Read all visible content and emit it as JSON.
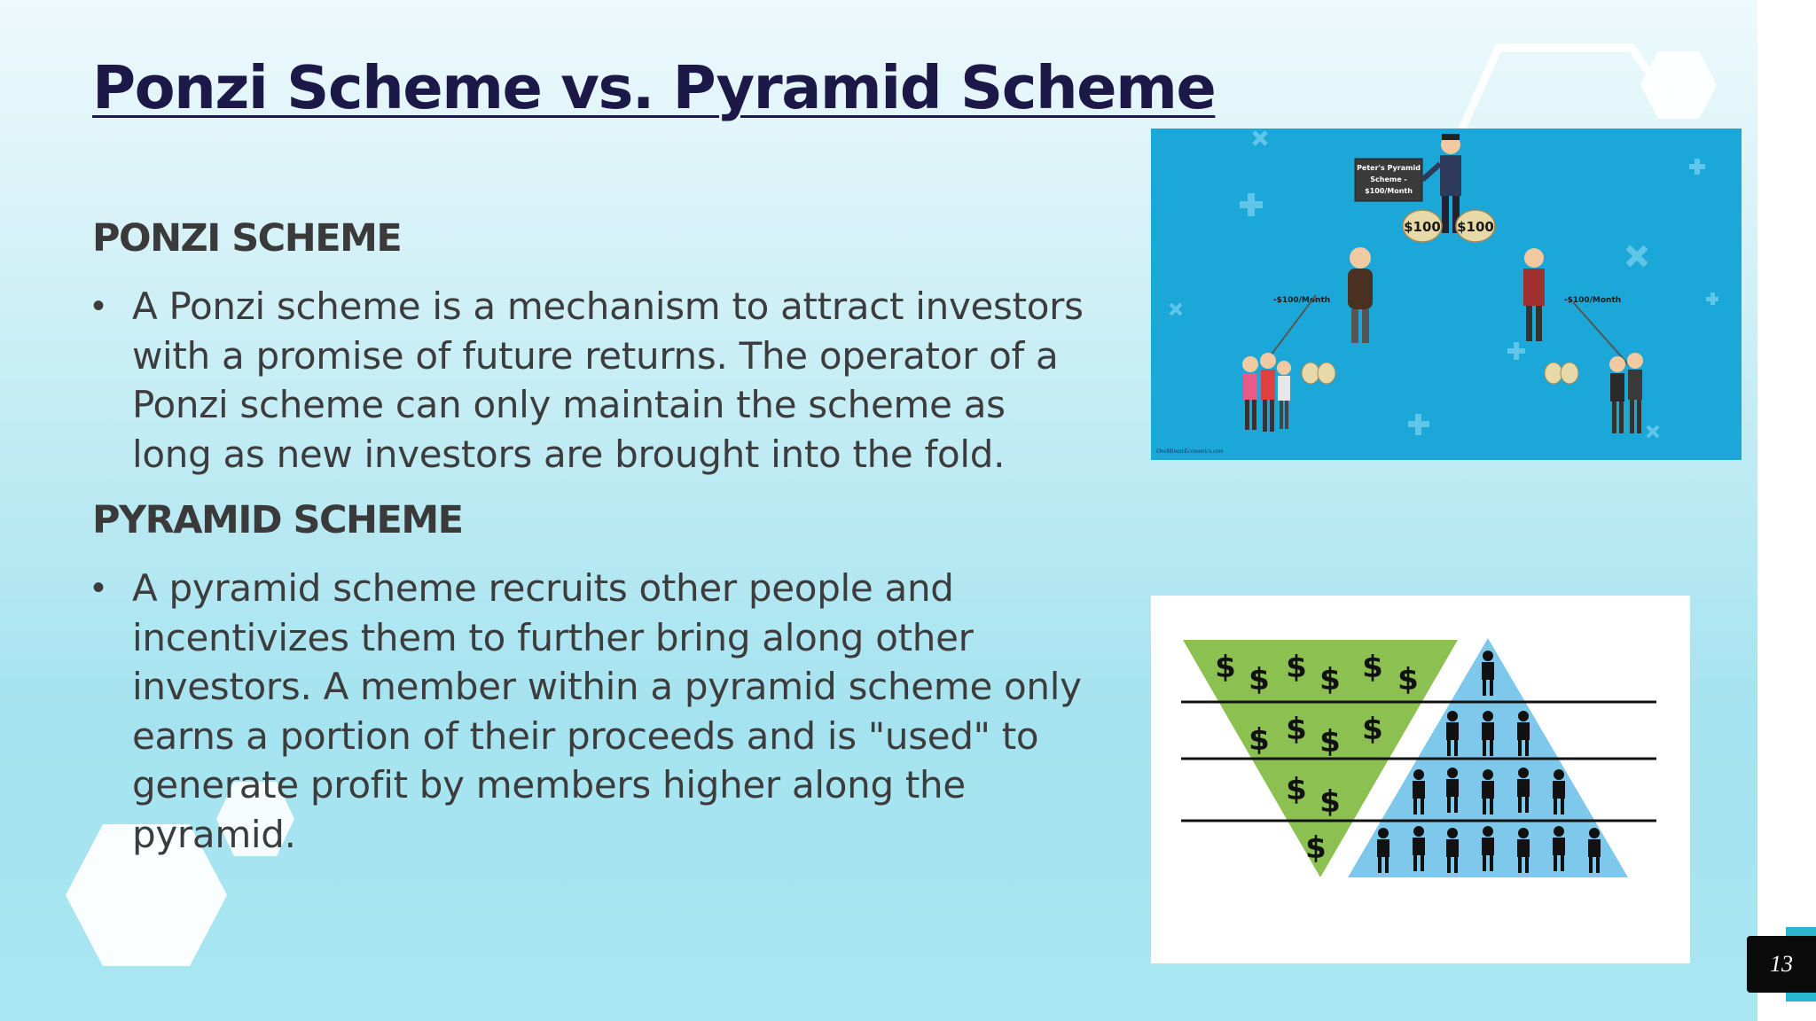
{
  "slide": {
    "title": "Ponzi Scheme vs. Pyramid Scheme",
    "sections": [
      {
        "heading": "PONZI SCHEME",
        "bullet": "•",
        "text": "A Ponzi scheme is a mechanism to attract investors with a promise of future returns. The operator of a Ponzi scheme can only maintain the scheme as long as new investors are brought into the fold."
      },
      {
        "heading": "PYRAMID SCHEME",
        "bullet": "•",
        "text": " A pyramid scheme recruits other people and incentivizes them to further bring along other investors. A member within a pyramid scheme only earns a portion of their proceeds and is \"used\" to generate profit by members higher along the pyramid."
      }
    ],
    "page_number": "13"
  },
  "illustration1": {
    "sign_lines": [
      "Peter's Pyramid",
      "Scheme -",
      "$100/Month"
    ],
    "bag_left": "$100",
    "bag_right": "$100",
    "label_left": "-$100/Month",
    "label_right": "-$100/Month",
    "credit": "OneMinuteEconomics.com",
    "background_color": "#1ba8d8"
  },
  "illustration2": {
    "dollar_sign": "$",
    "green_color": "#8cc152",
    "blue_color": "#7ec8ec"
  },
  "colors": {
    "title": "#1c1848",
    "body_text": "#3c3c3c",
    "accent": "#29b6cf"
  }
}
